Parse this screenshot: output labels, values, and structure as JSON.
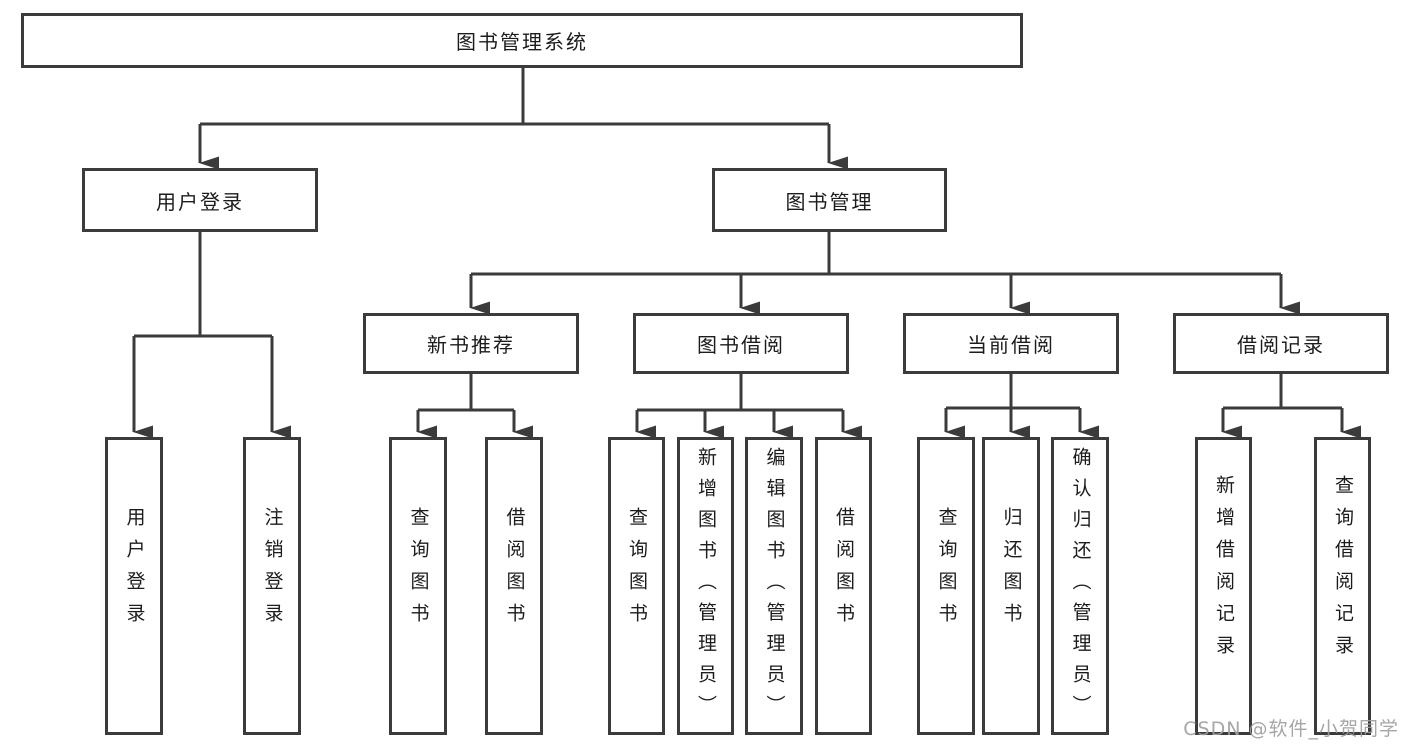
{
  "diagram_title": "图书管理系统",
  "colors": {
    "line": "#3b3b3b",
    "box_border": "#3b3b3b",
    "text": "#1c1c1c",
    "watermark": "#9e9e9e",
    "background": "#ffffff"
  },
  "tree": {
    "label": "图书管理系统",
    "children": [
      {
        "label": "用户登录",
        "children": [
          {
            "label": "用户登录"
          },
          {
            "label": "注销登录"
          }
        ]
      },
      {
        "label": "图书管理",
        "children": [
          {
            "label": "新书推荐",
            "children": [
              {
                "label": "查询图书"
              },
              {
                "label": "借阅图书"
              }
            ]
          },
          {
            "label": "图书借阅",
            "children": [
              {
                "label": "查询图书"
              },
              {
                "label": "新增图书（管理员）"
              },
              {
                "label": "编辑图书（管理员）"
              },
              {
                "label": "借阅图书"
              }
            ]
          },
          {
            "label": "当前借阅",
            "children": [
              {
                "label": "查询图书"
              },
              {
                "label": "归还图书"
              },
              {
                "label": "确认归还（管理员）"
              }
            ]
          },
          {
            "label": "借阅记录",
            "children": [
              {
                "label": "新增借阅记录"
              },
              {
                "label": "查询借阅记录"
              }
            ]
          }
        ]
      }
    ]
  },
  "watermark": {
    "text": "CSDN @软件_小贺同学"
  }
}
